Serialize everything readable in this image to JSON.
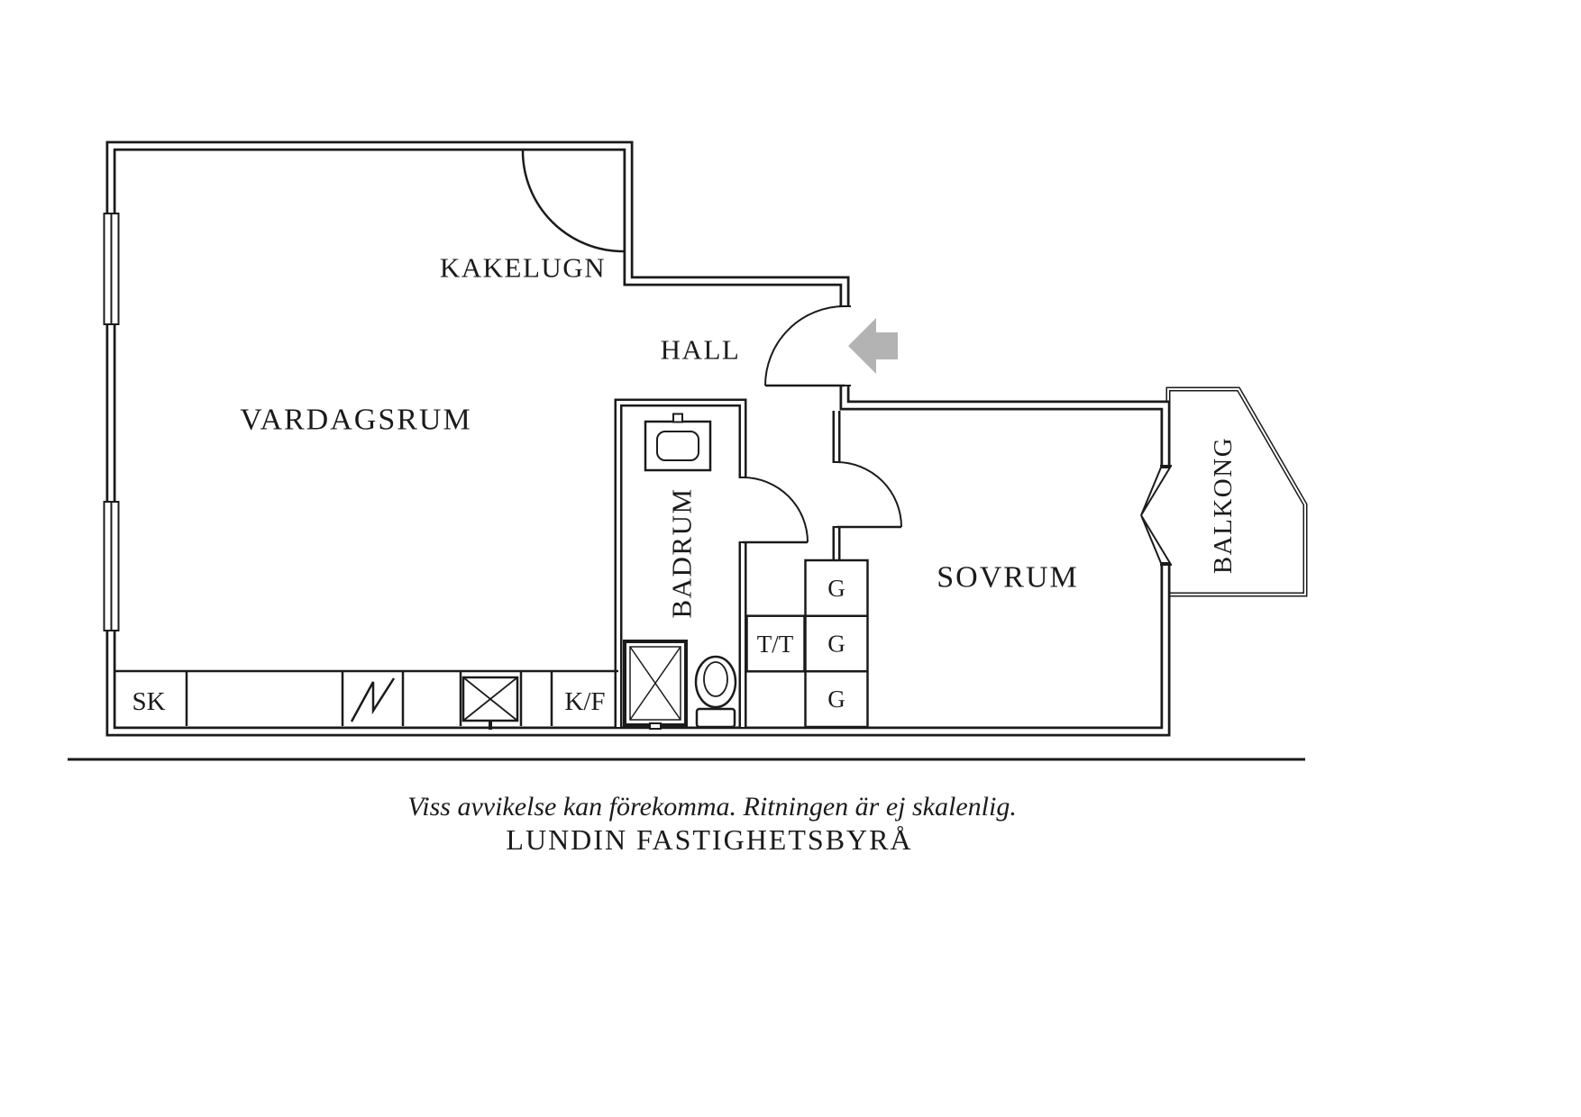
{
  "floorplan": {
    "rooms": {
      "vardagsrum": "VARDAGSRUM",
      "kakelugn": "KAKELUGN",
      "hall": "HALL",
      "badrum": "BADRUM",
      "sovrum": "SOVRUM",
      "balkong": "BALKONG"
    },
    "fixtures": {
      "sk": "SK",
      "kf": "K/F",
      "tt": "T/T",
      "g": "G"
    },
    "colors": {
      "line": "#1b1b1b",
      "entry_arrow": "#b3b3b3",
      "background": "#ffffff"
    }
  },
  "footer": {
    "disclaimer": "Viss avvikelse kan förekomma. Ritningen är ej skalenlig.",
    "brand": "LUNDIN FASTIGHETSBYRÅ"
  }
}
